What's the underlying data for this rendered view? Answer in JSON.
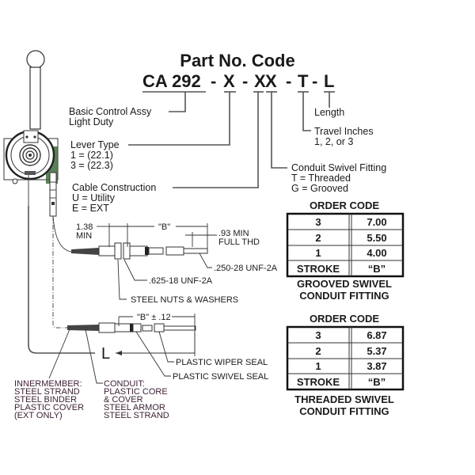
{
  "title": "Part No. Code",
  "code": {
    "prefix": "CA 292",
    "sep1": "-",
    "lever": "X",
    "sep2": "-",
    "cable": "X",
    "swivel": "X",
    "sep3": "-",
    "travel": "T",
    "sep4": "-",
    "length": "L"
  },
  "callouts": {
    "basic_control": [
      "Basic Control Assy",
      "Light Duty"
    ],
    "lever_type": [
      "Lever Type",
      "1 = (22.1)",
      "3 = (22.3)"
    ],
    "cable_construction": [
      "Cable Construction",
      "U = Utility",
      "E = EXT"
    ],
    "conduit_swivel": [
      "Conduit Swivel Fitting",
      "T = Threaded",
      "G = Grooved"
    ],
    "travel": [
      "Travel Inches",
      "1, 2, or 3"
    ],
    "length": "Length"
  },
  "upper_cable": {
    "dim_min": [
      "1.38",
      "MIN"
    ],
    "dim_b": "\"B\"",
    "dim_thd": [
      ".93 MIN",
      "FULL THD"
    ],
    "thread_small": ".250-28 UNF-2A",
    "thread_large": ".625-18 UNF-2A",
    "nuts": "STEEL NUTS & WASHERS"
  },
  "lower_cable": {
    "dim_b_tol": "\"B\" ± .12",
    "dim_l": "L",
    "wiper_seal": "PLASTIC WIPER SEAL",
    "swivel_seal": "PLASTIC SWIVEL SEAL",
    "innermember": [
      "INNERMEMBER:",
      "STEEL STRAND",
      "STEEL BINDER",
      "PLASTIC COVER",
      "(EXT ONLY)"
    ],
    "conduit": [
      "CONDUIT:",
      "PLASTIC CORE",
      "& COVER",
      "STEEL ARMOR",
      "STEEL STRAND"
    ]
  },
  "tables": [
    {
      "heading": "ORDER CODE",
      "rows": [
        [
          "3",
          "7.00"
        ],
        [
          "2",
          "5.50"
        ],
        [
          "1",
          "4.00"
        ],
        [
          "STROKE",
          "“B”"
        ]
      ],
      "caption": [
        "GROOVED SWIVEL",
        "CONDUIT FITTING"
      ]
    },
    {
      "heading": "ORDER CODE",
      "rows": [
        [
          "3",
          "6.87"
        ],
        [
          "2",
          "5.37"
        ],
        [
          "1",
          "3.87"
        ],
        [
          "STROKE",
          "“B”"
        ]
      ],
      "caption": [
        "THREADED SWIVEL",
        "CONDUIT FITTING"
      ]
    }
  ],
  "colors": {
    "text": "#1a1a1a",
    "lines": "#555555",
    "accent_green": "#3d6b3a",
    "maroon_text": "#3a1f33"
  }
}
